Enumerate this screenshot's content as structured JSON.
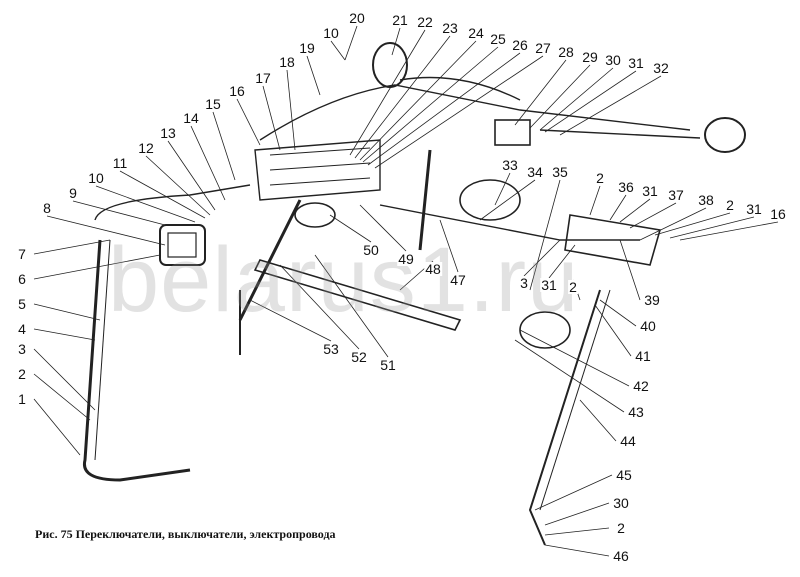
{
  "caption": "Рис. 75 Переключатели, выключатели, электропровода",
  "watermark": "belarus1.ru",
  "callouts": [
    "20",
    "21",
    "22",
    "23",
    "24",
    "25",
    "26",
    "27",
    "28",
    "29",
    "30",
    "31",
    "32",
    "10",
    "19",
    "18",
    "17",
    "16",
    "15",
    "14",
    "13",
    "12",
    "11",
    "10",
    "9",
    "8",
    "7",
    "6",
    "5",
    "4",
    "3",
    "2",
    "1",
    "33",
    "34",
    "35",
    "2",
    "36",
    "31",
    "37",
    "38",
    "2",
    "31",
    "16",
    "3",
    "31",
    "2",
    "39",
    "40",
    "41",
    "42",
    "43",
    "44",
    "45",
    "30",
    "2",
    "46",
    "47",
    "48",
    "49",
    "50",
    "51",
    "52",
    "53"
  ]
}
